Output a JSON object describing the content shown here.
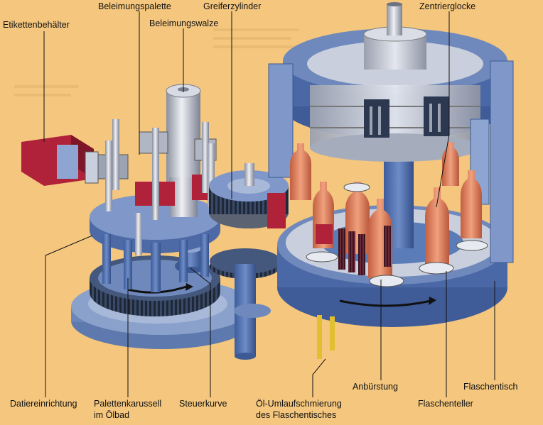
{
  "diagram": {
    "colors": {
      "background": "#f4c67e",
      "machine_blue": "#5a7cb8",
      "machine_light": "#c9cfdc",
      "label_red": "#b0223a",
      "bottle": "#d97757",
      "leader": "#111111"
    },
    "labels": {
      "etikettenbehaelter": "Etikettenbehälter",
      "beleimungspalette": "Beleimungspalette",
      "beleimungswalze": "Beleimungswalze",
      "greiferzylinder": "Greiferzylinder",
      "zentrierglocke": "Zentrierglocke",
      "datiereinrichtung": "Datiereinrichtung",
      "palettenkarussell_1": "Palettenkarussell",
      "palettenkarussell_2": "im Ölbad",
      "steuerkurve": "Steuerkurve",
      "oel_1": "Öl-Umlaufschmierung",
      "oel_2": "des Flaschentisches",
      "anbuerstung": "Anbürstung",
      "flaschenteller": "Flaschenteller",
      "flaschentisch": "Flaschentisch"
    }
  }
}
